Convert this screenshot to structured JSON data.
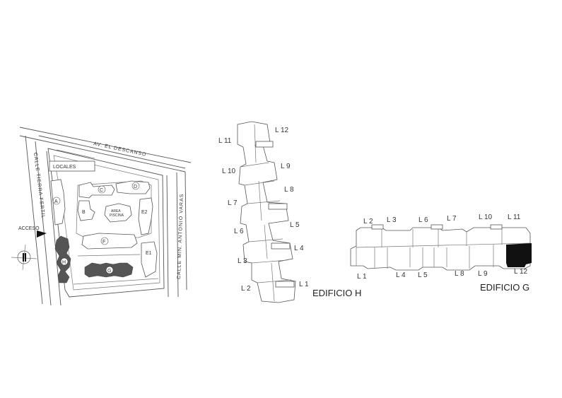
{
  "site_plan": {
    "street_av": "AV. EL DESCANSO",
    "street_left": "CALLE TIERRA FERTIL",
    "street_right": "CALLE MIN. ANTONIO VARAS",
    "locales": "LOCALES",
    "acceso": "ACCESO",
    "pool_line1": "AREA",
    "pool_line2": "PISCINA",
    "buildings": [
      "A",
      "B",
      "C",
      "D",
      "E2",
      "E1",
      "F",
      "H",
      "G"
    ]
  },
  "edificio_h": {
    "title": "EDIFICIO H",
    "lots": [
      "L 1",
      "L 2",
      "L 3",
      "L 4",
      "L 5",
      "L 6",
      "L 7",
      "L 8",
      "L 9",
      "L 10",
      "L 11",
      "L 12"
    ]
  },
  "edificio_g": {
    "title": "EDIFICIO G",
    "lots": [
      "L 1",
      "L 2",
      "L 3",
      "L 4",
      "L 5",
      "L 6",
      "L 7",
      "L 8",
      "L 9",
      "L 10",
      "L 11",
      "L 12"
    ],
    "highlighted_lot": "L 12"
  },
  "colors": {
    "line": "#555555",
    "highlight": "#111111",
    "building_fill": "#555555"
  }
}
